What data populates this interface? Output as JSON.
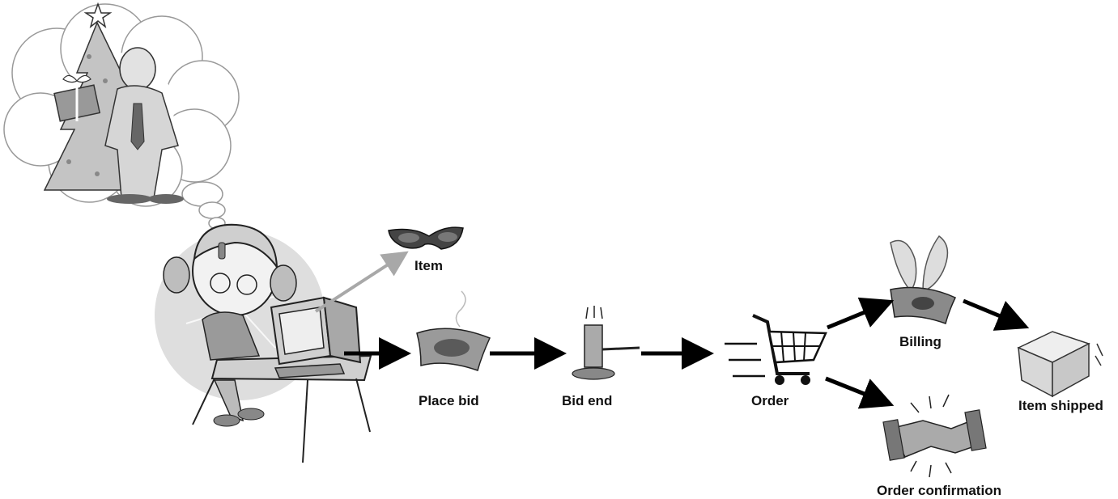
{
  "diagram": {
    "nodes": {
      "item": "Item",
      "place_bid": "Place bid",
      "bid_end": "Bid end",
      "order": "Order",
      "billing": "Billing",
      "item_shipped": "Item shipped",
      "order_confirmation": "Order confirmation"
    },
    "edges": [
      [
        "user",
        "item"
      ],
      [
        "user",
        "place_bid"
      ],
      [
        "place_bid",
        "bid_end"
      ],
      [
        "bid_end",
        "order"
      ],
      [
        "order",
        "billing"
      ],
      [
        "order",
        "order_confirmation"
      ],
      [
        "billing",
        "item_shipped"
      ]
    ]
  },
  "icons": [
    "thought-cloud-icon",
    "person-with-gift-icon",
    "christmas-tree-icon",
    "girl-at-computer-icon",
    "sunglasses-icon",
    "money-icon",
    "gavel-icon",
    "shopping-cart-icon",
    "flying-money-icon",
    "handshake-icon",
    "package-icon"
  ],
  "colors": {
    "arrow": "#000000",
    "item_arrow": "#a8a8a8",
    "background": "#ffffff"
  }
}
